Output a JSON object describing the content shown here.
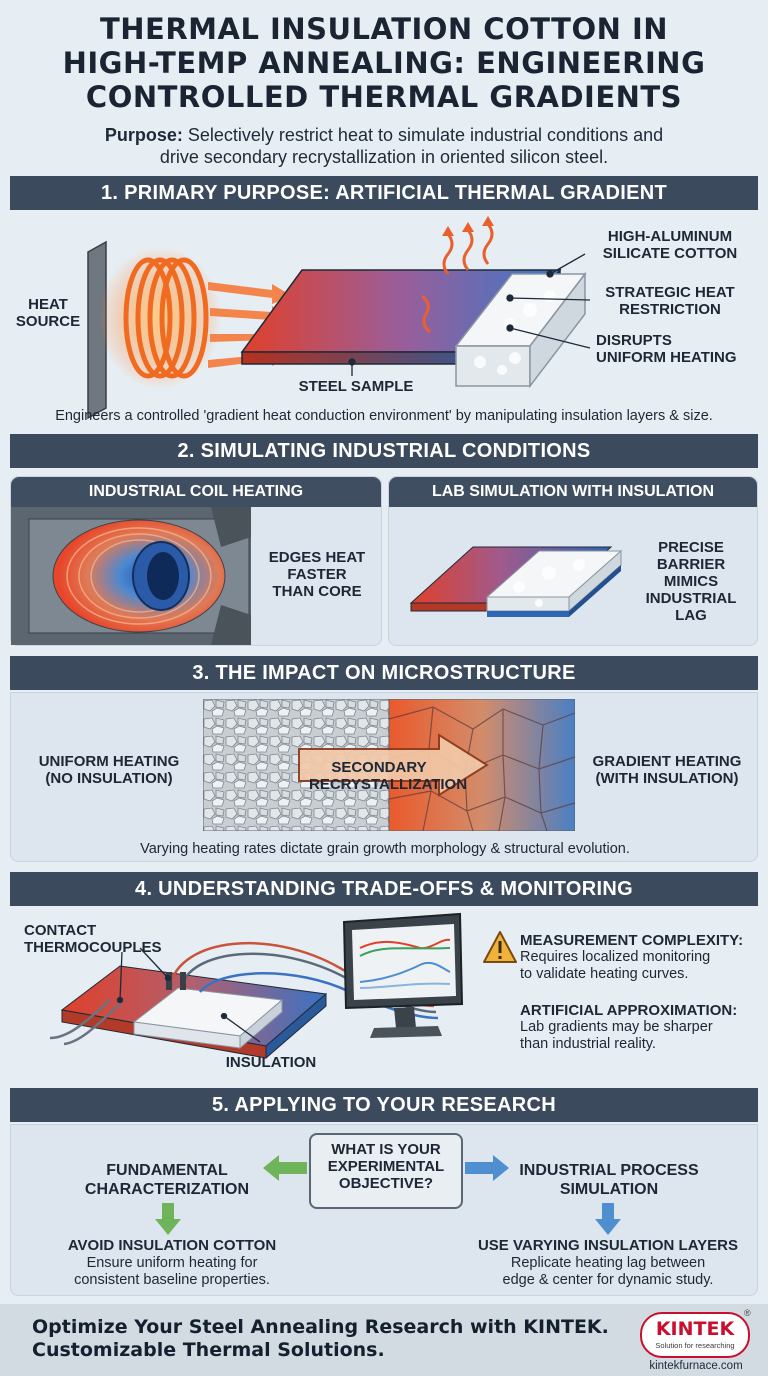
{
  "header": {
    "title_line1": "THERMAL INSULATION COTTON IN",
    "title_line2": "HIGH-TEMP ANNEALING: ENGINEERING",
    "title_line3": "CONTROLLED THERMAL GRADIENTS",
    "purpose_label": "Purpose:",
    "purpose_text1": "Selectively restrict heat to simulate industrial conditions and",
    "purpose_text2": "drive secondary recrystallization in oriented silicon steel."
  },
  "section1": {
    "banner": "1.  PRIMARY PURPOSE: ARTIFICIAL THERMAL GRADIENT",
    "heat_source": [
      "HEAT",
      "SOURCE"
    ],
    "steel_sample": "STEEL SAMPLE",
    "cotton": [
      "HIGH-ALUMINUM",
      "SILICATE COTTON"
    ],
    "restriction": [
      "STRATEGIC HEAT",
      "RESTRICTION"
    ],
    "disrupts": [
      "DISRUPTS",
      "UNIFORM HEATING"
    ],
    "caption": "Engineers a controlled 'gradient heat conduction environment' by manipulating insulation layers & size."
  },
  "section2": {
    "banner": "2. SIMULATING INDUSTRIAL CONDITIONS",
    "left_header": "INDUSTRIAL COIL HEATING",
    "left_text": [
      "EDGES HEAT",
      "FASTER",
      "THAN CORE"
    ],
    "right_header": "LAB SIMULATION WITH INSULATION",
    "right_text": [
      "PRECISE",
      "BARRIER",
      "MIMICS",
      "INDUSTRIAL",
      "LAG"
    ]
  },
  "section3": {
    "banner": "3. THE IMPACT ON MICROSTRUCTURE",
    "left": [
      "UNIFORM HEATING",
      "(NO INSULATION)"
    ],
    "center": [
      "SECONDARY",
      "RECRYSTALLIZATION"
    ],
    "right": [
      "GRADIENT HEATING",
      "(WITH INSULATION)"
    ],
    "caption": "Varying heating rates dictate grain growth morphology & structural evolution."
  },
  "section4": {
    "banner": "4. UNDERSTANDING TRADE-OFFS & MONITORING",
    "thermocouples": [
      "CONTACT",
      "THERMOCOUPLES"
    ],
    "insulation": "INSULATION",
    "m1_title": "MEASUREMENT COMPLEXITY:",
    "m1_text": [
      "Requires localized monitoring",
      "to validate heating curves."
    ],
    "m2_title": "ARTIFICIAL APPROXIMATION:",
    "m2_text": [
      "Lab gradients may be sharper",
      "than industrial reality."
    ]
  },
  "section5": {
    "banner": "5. APPLYING TO YOUR RESEARCH",
    "question": [
      "WHAT IS YOUR",
      "EXPERIMENTAL",
      "OBJECTIVE?"
    ],
    "left_title": [
      "FUNDAMENTAL",
      "CHARACTERIZATION"
    ],
    "left_result": "AVOID INSULATION COTTON",
    "left_desc": [
      "Ensure uniform heating for",
      "consistent baseline properties."
    ],
    "right_title": [
      "INDUSTRIAL PROCESS",
      "SIMULATION"
    ],
    "right_result": "USE VARYING INSULATION LAYERS",
    "right_desc": [
      "Replicate heating lag between",
      "edge & center for dynamic study."
    ]
  },
  "footer": {
    "line1": "Optimize Your Steel Annealing Research with KINTEK.",
    "line2": "Customizable Thermal Solutions.",
    "logo": "KINTEK",
    "logo_reg": "®",
    "logo_tag": "Solution for researching",
    "url": "kintekfurnace.com"
  },
  "colors": {
    "banner": "#3b4a5c",
    "hot": "#e8452a",
    "cool": "#3b78c8",
    "green_arrow": "#6fb35a",
    "blue_arrow": "#4f8fd0",
    "brand_red": "#c8102e"
  }
}
